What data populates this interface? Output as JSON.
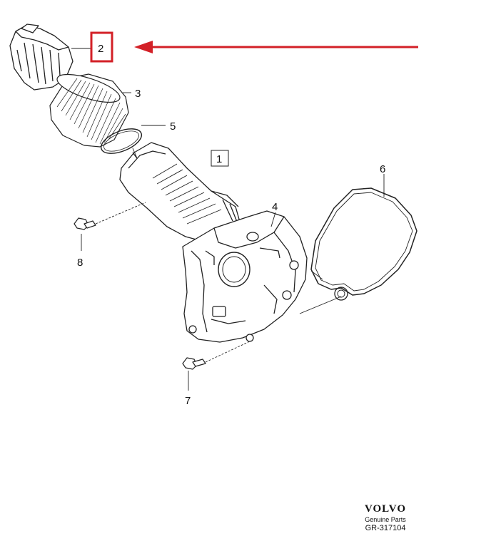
{
  "diagram": {
    "callouts": [
      {
        "id": "1",
        "label": "1"
      },
      {
        "id": "2",
        "label": "2"
      },
      {
        "id": "3",
        "label": "3"
      },
      {
        "id": "4",
        "label": "4"
      },
      {
        "id": "5",
        "label": "5"
      },
      {
        "id": "6",
        "label": "6"
      },
      {
        "id": "7",
        "label": "7"
      },
      {
        "id": "8",
        "label": "8"
      }
    ],
    "highlight_color": "#d32027"
  },
  "brand": {
    "logo": "VOLVO",
    "subtitle": "Genuine Parts",
    "reference": "GR-317104"
  }
}
